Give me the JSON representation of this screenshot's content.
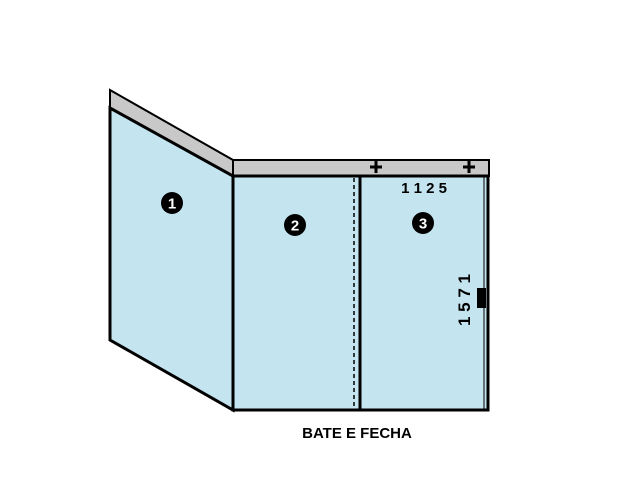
{
  "colors": {
    "glass": "#c4e5f0",
    "rail": "#c8c8c8",
    "outline": "#000000",
    "background": "#ffffff"
  },
  "panels": [
    {
      "number": "1"
    },
    {
      "number": "2"
    },
    {
      "number": "3"
    }
  ],
  "dimensions": {
    "width": "1 1 2 5",
    "height": "1 5 7 1"
  },
  "caption": "BATE E FECHA",
  "icons": {
    "fixing_point": "plus-icon",
    "handle": "handle-icon"
  }
}
